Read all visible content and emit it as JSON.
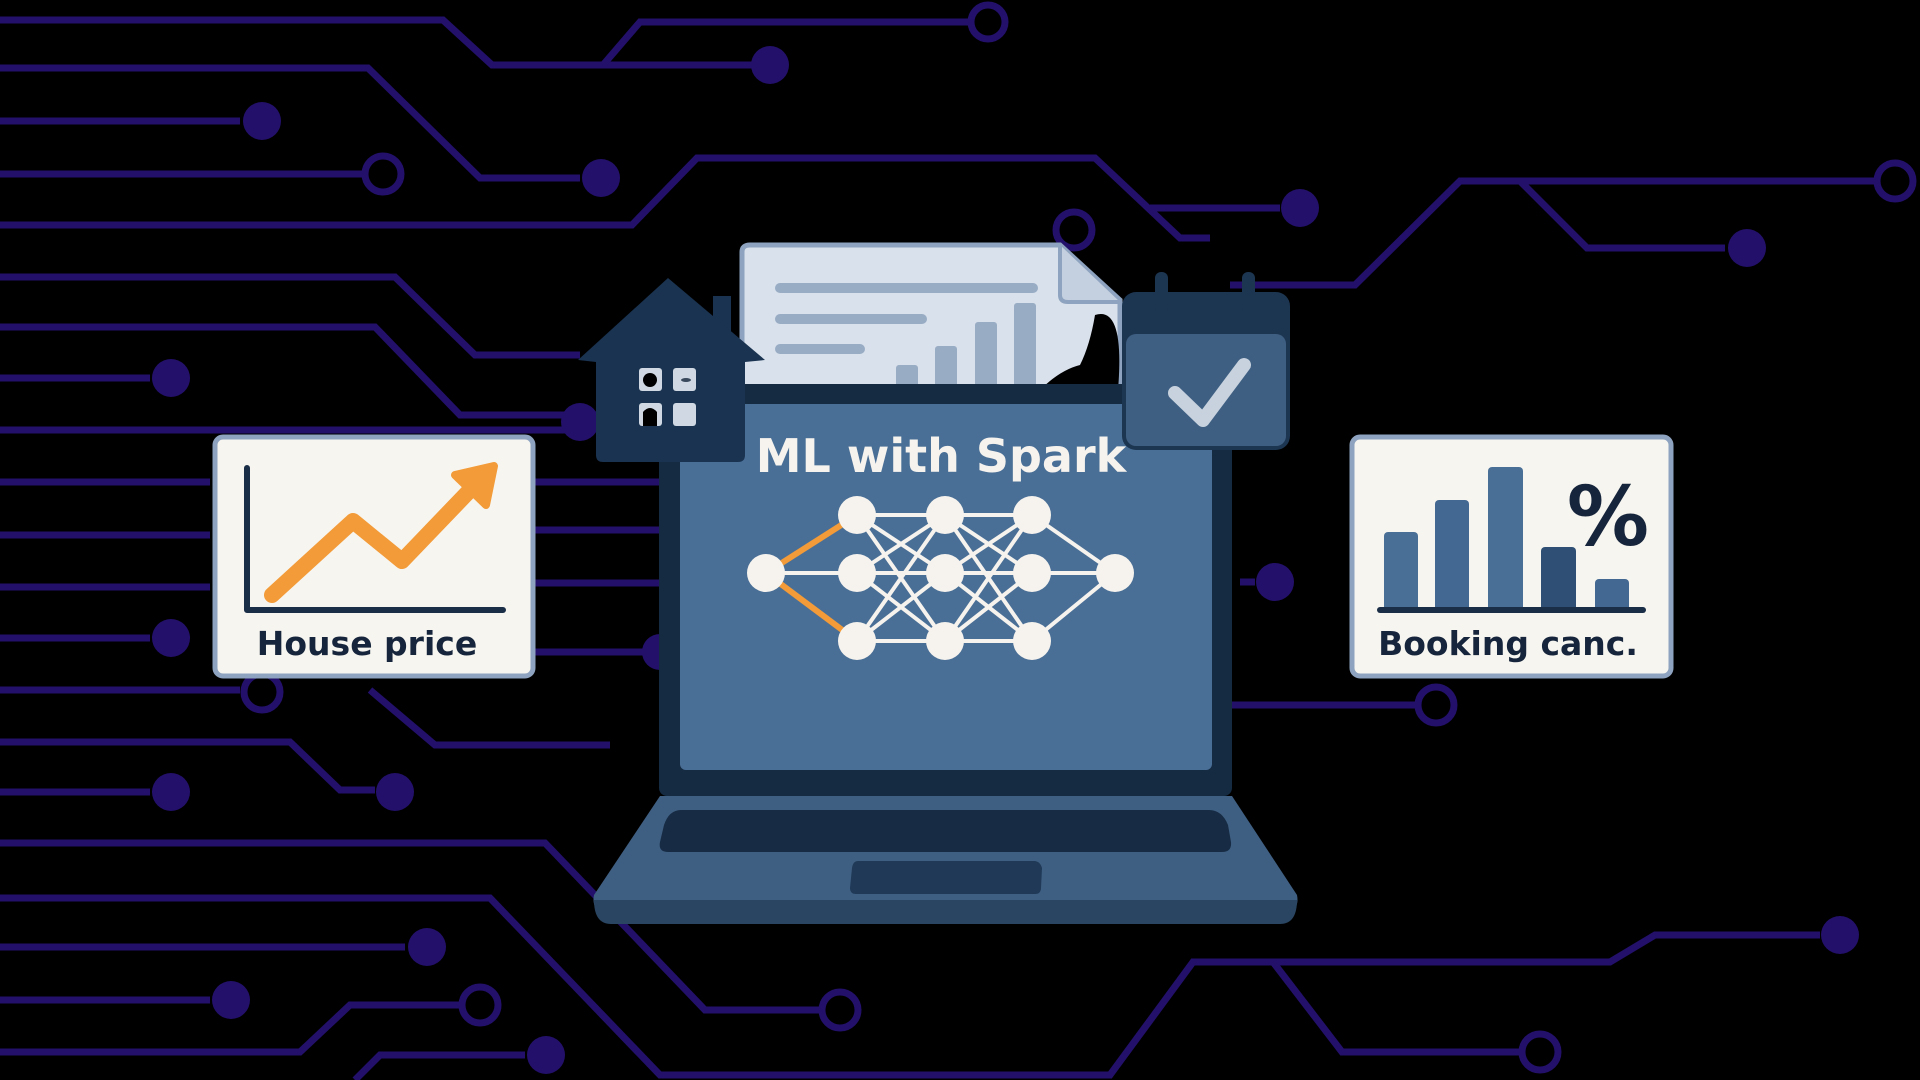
{
  "scene": {
    "background_color": "#000000",
    "circuit_color": "#23106a",
    "accent_orange": "#f29b38",
    "screen_blue": "#4a6f96",
    "dark_navy": "#1a2e47",
    "card_bg": "#f7f5f0"
  },
  "laptop": {
    "title": "ML with Spark",
    "network_layers": [
      1,
      3,
      3,
      3,
      1
    ]
  },
  "cards": {
    "left": {
      "label": "House price",
      "icon": "trend-up-chart-icon"
    },
    "right": {
      "label": "Booking canc.",
      "icon": "bar-chart-percent-icon",
      "symbol": "%"
    }
  },
  "icons": [
    "house-icon",
    "document-report-icon",
    "calendar-check-icon",
    "neural-network-icon"
  ]
}
